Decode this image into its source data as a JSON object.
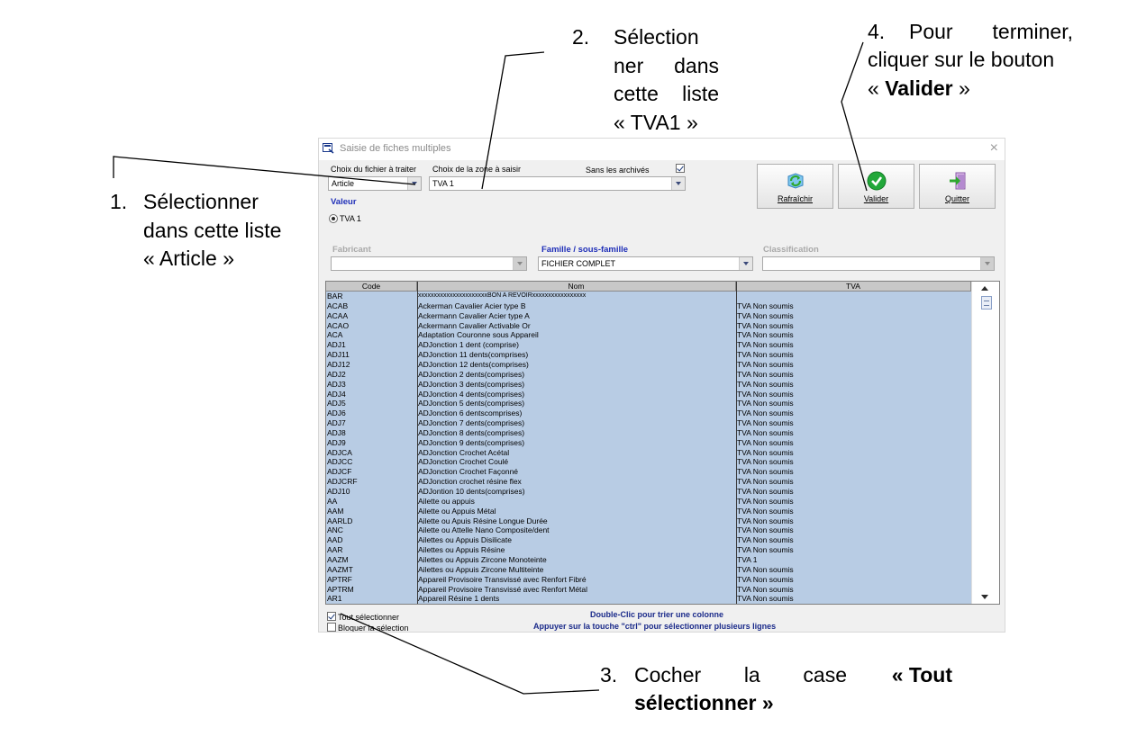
{
  "annotations": {
    "a1": {
      "num": "1.",
      "line1": "Sélectionner",
      "line2": "dans cette liste",
      "line3": "« Article »"
    },
    "a2": {
      "num": "2.",
      "line1": "Sélection",
      "line2": "ner dans",
      "line3": "cette liste",
      "line4": "« TVA1 »"
    },
    "a3": {
      "num": "3.",
      "line1_a": "Cocher la case",
      "line1_b": "« Tout",
      "line2": "sélectionner »"
    },
    "a4": {
      "num": "4.",
      "line1": "Pour terminer,",
      "line2": "cliquer sur le bouton",
      "line3_a": "« ",
      "line3_b": "Valider",
      "line3_c": " »"
    }
  },
  "window": {
    "title": "Saisie de fiches multiples",
    "close_glyph": "×"
  },
  "form": {
    "file_label": "Choix du fichier à traiter",
    "file_value": "Article",
    "zone_label": "Choix de la zone à saisir",
    "zone_value": "TVA 1",
    "archived_label": "Sans les archivés",
    "archived_checked": true,
    "value_label": "Valeur",
    "value_option": "TVA 1",
    "fabricant_label": "Fabricant",
    "fabricant_value": "",
    "famille_label": "Famille / sous-famille",
    "famille_value": "FICHIER COMPLET",
    "classification_label": "Classification",
    "classification_value": ""
  },
  "buttons": {
    "refresh": "Rafraîchir",
    "validate": "Valider",
    "quit": "Quitter"
  },
  "grid": {
    "columns": [
      "Code",
      "Nom",
      "TVA"
    ],
    "rows": [
      [
        "BAR",
        "xxxxxxxxxxxxxxxxxxxxxxBON A REVOIRxxxxxxxxxxxxxxxxx",
        ""
      ],
      [
        "ACAB",
        "Ackerman Cavalier Acier type B",
        "TVA Non soumis"
      ],
      [
        "ACAA",
        "Ackermann Cavalier Acier type A",
        "TVA Non soumis"
      ],
      [
        "ACAO",
        "Ackermann Cavalier Activable Or",
        "TVA Non soumis"
      ],
      [
        "ACA",
        "Adaptation Couronne sous Appareil",
        "TVA Non soumis"
      ],
      [
        "ADJ1",
        "ADJonction 1 dent (comprise)",
        "TVA Non soumis"
      ],
      [
        "ADJ11",
        "ADJonction 11 dents(comprises)",
        "TVA Non soumis"
      ],
      [
        "ADJ12",
        "ADJonction 12 dents(comprises)",
        "TVA Non soumis"
      ],
      [
        "ADJ2",
        "ADJonction 2 dents(comprises)",
        "TVA Non soumis"
      ],
      [
        "ADJ3",
        "ADJonction 3 dents(comprises)",
        "TVA Non soumis"
      ],
      [
        "ADJ4",
        "ADJonction 4 dents(comprises)",
        "TVA Non soumis"
      ],
      [
        "ADJ5",
        "ADJonction 5 dents(comprises)",
        "TVA Non soumis"
      ],
      [
        "ADJ6",
        "ADJonction 6 dentscomprises)",
        "TVA Non soumis"
      ],
      [
        "ADJ7",
        "ADJonction 7 dents(comprises)",
        "TVA Non soumis"
      ],
      [
        "ADJ8",
        "ADJonction 8 dents(comprises)",
        "TVA Non soumis"
      ],
      [
        "ADJ9",
        "ADJonction 9 dents(comprises)",
        "TVA Non soumis"
      ],
      [
        "ADJCA",
        "ADJonction Crochet Acétal",
        "TVA Non soumis"
      ],
      [
        "ADJCC",
        "ADJonction Crochet Coulé",
        "TVA Non soumis"
      ],
      [
        "ADJCF",
        "ADJonction Crochet Façonné",
        "TVA Non soumis"
      ],
      [
        "ADJCRF",
        "ADJonction crochet résine flex",
        "TVA Non soumis"
      ],
      [
        "ADJ10",
        "ADJontion 10 dents(comprises)",
        "TVA Non soumis"
      ],
      [
        "AA",
        "Ailette ou appuis",
        "TVA Non soumis"
      ],
      [
        "AAM",
        "Ailette ou Appuis Métal",
        "TVA Non soumis"
      ],
      [
        "AARLD",
        "Ailette ou Apuis Résine Longue Durée",
        "TVA Non soumis"
      ],
      [
        "ANC",
        "Ailette ou Attelle Nano Composite/dent",
        "TVA Non soumis"
      ],
      [
        "AAD",
        "Ailettes ou Appuis Disilicate",
        "TVA Non soumis"
      ],
      [
        "AAR",
        "Ailettes ou Appuis Résine",
        "TVA Non soumis"
      ],
      [
        "AAZM",
        "Ailettes ou Appuis Zircone Monoteinte",
        "TVA 1"
      ],
      [
        "AAZMT",
        "Ailettes ou Appuis Zircone Multiteinte",
        "TVA Non soumis"
      ],
      [
        "APTRF",
        "Appareil Provisoire Transvissé avec Renfort Fibré",
        "TVA Non soumis"
      ],
      [
        "APTRM",
        "Appareil Provisoire Transvissé avec Renfort Métal",
        "TVA Non soumis"
      ],
      [
        "AR1",
        "Appareil Résine 1 dents",
        "TVA Non soumis"
      ]
    ]
  },
  "footer": {
    "select_all_label": "Tout sélectionner",
    "select_all_checked": true,
    "lock_label": "Bloquer la sélection",
    "lock_checked": false,
    "hint1": "Double-Clic pour trier une colonne",
    "hint2": "Appuyer sur la touche \"ctrl\" pour sélectionner plusieurs lignes"
  },
  "colors": {
    "row_selected": "#b8cce4",
    "label_blue": "#1f2fb8"
  }
}
